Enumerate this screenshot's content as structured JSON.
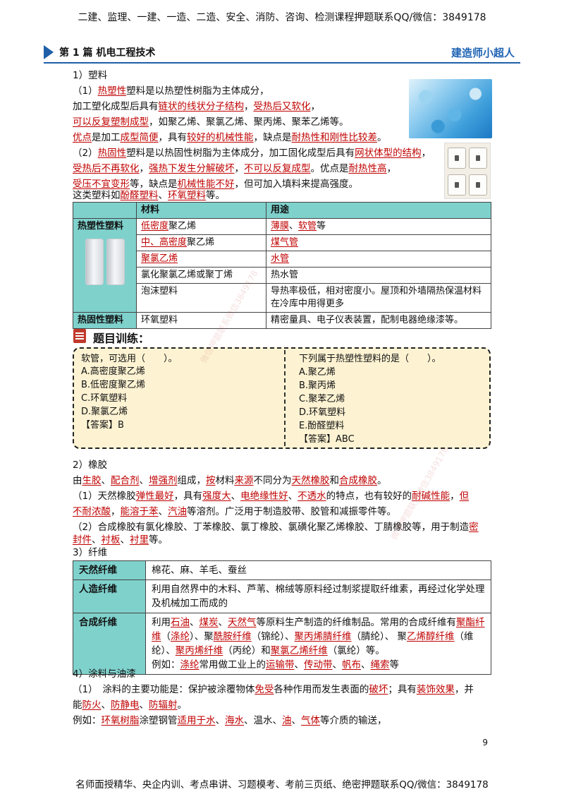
{
  "header": {
    "banner": "二建、监理、一建、一造、二造、安全、消防、咨询、检测课程押题联系QQ/微信：3849178",
    "part_no": "第 1 篇",
    "part_title": "机电工程技术",
    "brand": "建造师小超人"
  },
  "plastics": {
    "heading": "1）塑料",
    "p1": {
      "num": "（1）",
      "term": "热塑性",
      "rest1": "塑料是以热塑性树脂为主体成分，",
      "l2a": "加工塑化成型后具有",
      "l2b": "链状的线状分子结构",
      "l2c": "，",
      "l2d": "受热后又软化",
      "l2e": "，",
      "l3a": "可以反复塑制成型",
      "l3b": "，如聚乙烯、聚氯乙烯、聚丙烯、聚苯乙烯等。",
      "l4a": "优点",
      "l4b": "是加工",
      "l4c": "成型简便",
      "l4d": "，具有",
      "l4e": "较好的机械性能",
      "l4f": "，缺点是",
      "l4g": "耐热性和刚性比较差",
      "l4h": "。"
    },
    "p2": {
      "num": "（2）",
      "term": "热固性",
      "l1b": "塑料是以热固性树脂为主体成分，加工固化成型后具有",
      "l1c": "网状体型的结构",
      "l1d": "，",
      "l2a": "受热后不再软化",
      "l2b": "，",
      "l2c": "强热下发生分解破坏",
      "l2d": "，",
      "l2e": "不可以反复成型",
      "l2f": "。优点是",
      "l2g": "耐热性高",
      "l2h": "，",
      "l3a": "受压不宜变形",
      "l3b": "等，缺点是",
      "l3c": "机械性能不好",
      "l3d": "，但可加入填料来提高强度。",
      "l4a": "这类塑料如",
      "l4b": "酚醛塑料",
      "l4c": "、",
      "l4d": "环氧塑料",
      "l4e": "等。"
    },
    "table": {
      "col_material": "材料",
      "col_use": "用途",
      "cat_thermoplastic": "热塑性塑料",
      "cat_thermoset": "热固性塑料",
      "r1_mat_u": "低密度",
      "r1_mat": "聚乙烯",
      "r1_use_u1": "薄膜",
      "r1_use_sep": "、",
      "r1_use_u2": "软管",
      "r1_use_end": "等",
      "r2_mat_u": "中、高密度",
      "r2_mat": "聚乙烯",
      "r2_use_u": "煤气管",
      "r3_mat_u": "聚氯乙烯",
      "r3_use_u": "水管",
      "r4_mat": "氯化聚氯乙烯或聚丁烯",
      "r4_use": "热水管",
      "r5_mat": "泡沫塑料",
      "r5_use": "导热率极低，相对密度小。屋顶和外墙隔热保温材料在冷库中用得更多",
      "r6_mat": "环氧塑料",
      "r6_use": "精密量具、电子仪表装置，配制电器绝缘漆等。"
    }
  },
  "exercise": {
    "title": "题目训练：",
    "left": {
      "question": "软管，可选用（　　）。",
      "options": [
        "A.高密度聚乙烯",
        "B.低密度聚乙烯",
        "C.环氧塑料",
        "D.聚氯乙烯"
      ],
      "answer": "【答案】B"
    },
    "right": {
      "question": "下列属于热塑性塑料的是（　　）。",
      "options": [
        "A.聚乙烯",
        "B.聚丙烯",
        "C.聚苯乙烯",
        "D.环氧塑料",
        "E.酚醛塑料"
      ],
      "answer": "【答案】ABC"
    }
  },
  "rubber": {
    "heading": "2）橡胶",
    "l1a": "由",
    "l1b": "生胶",
    "l1c": "、",
    "l1d": "配合剂",
    "l1e": "、",
    "l1f": "增强剂",
    "l1g": "组成，",
    "l1h": "按",
    "l1i": "材料",
    "l1j": "来源",
    "l1k": "不同分为",
    "l1l": "天然橡胶",
    "l1m": "和",
    "l1n": "合成橡胶",
    "l1o": "。",
    "p1_num": "（1）天然橡胶",
    "p1_a": "弹性最好",
    "p1_b": "，具有",
    "p1_c": "强度大",
    "p1_d": "、",
    "p1_e": "电绝缘性好",
    "p1_f": "、",
    "p1_g": "不透水",
    "p1_h": "的特点，也有较好的",
    "p1_i": "耐碱性能",
    "p1_j": "，",
    "p1_k": "但",
    "p1_l2a": "不耐浓酸",
    "p1_l2b": "，",
    "p1_l2c": "能溶于苯",
    "p1_l2d": "、",
    "p1_l2e": "汽油",
    "p1_l2f": "等溶剂。广泛用于制造胶带、胶管和减振零件等。",
    "p2_a": "（2）合成橡胶有氯化橡胶、丁苯橡胶、氯丁橡胶、氯磺化聚乙烯橡胶、丁腈橡胶等，用于制造",
    "p2_b": "密",
    "p2_l2a": "封件",
    "p2_l2b": "、",
    "p2_l2c": "衬板",
    "p2_l2d": "、",
    "p2_l2e": "衬里",
    "p2_l2f": "等。"
  },
  "fiber": {
    "heading": "3）纤维",
    "natural_cat": "天然纤维",
    "natural_desc": "棉花、麻、羊毛、蚕丝",
    "man_cat": "人造纤维",
    "man_desc": "利用自然界中的木料、芦苇、棉绒等原料经过制浆提取纤维素，再经过化学处理及机械加工而成的",
    "syn_cat": "合成纤维",
    "syn": {
      "a": "利用",
      "b": "石油",
      "c": "、",
      "d": "煤炭",
      "e": "、",
      "f": "天然气",
      "g": "等原料生产制造的纤维制品。常用的合成纤维有",
      "h": "聚酯纤维",
      "i": "（",
      "j": "涤纶",
      "k": "）、聚",
      "l": "酰胺纤维",
      "m": "（锦纶）、",
      "n": "聚丙烯腈纤维",
      "o": "（腈纶）、 聚",
      "p": "乙烯醇纤维",
      "q": "（维纶）、",
      "r": "聚丙烯纤维",
      "s": "（丙纶）和",
      "t": "聚氯乙烯纤维",
      "u": "（氯纶）等。",
      "ex_a": "例如：",
      "ex_b": "涤纶",
      "ex_c": "常用做工业上的",
      "ex_d": "运输带",
      "ex_e": "、",
      "ex_f": "传动带",
      "ex_g": "、",
      "ex_h": "帆布",
      "ex_i": "、",
      "ex_j": "绳索",
      "ex_k": "等"
    }
  },
  "coating": {
    "heading": "4）涂料与油漆",
    "l1a": "（1）　涂料的主要功能是：保护被涂覆物体",
    "l1b": "免受",
    "l1c": "各种作用而发生表面的",
    "l1d": "破坏",
    "l1e": "；具有",
    "l1f": "装饰效果",
    "l1g": "，并",
    "l2a": "能",
    "l2b": "防火",
    "l2c": "、",
    "l2d": "防静电",
    "l2e": "、",
    "l2f": "防辐射",
    "l2g": "。",
    "l3a": "例如：",
    "l3b": "环氧树脂",
    "l3c": "涂塑钢管",
    "l3d": "适用于水",
    "l3e": "、",
    "l3f": "海水",
    "l3g": "、温水、",
    "l3h": "油",
    "l3i": "、",
    "l3j": "气体",
    "l3k": "等介质的输送，"
  },
  "page_number": "9",
  "footer": "名师面授精华、央企内训、考点串讲、习题模考、考前三页纸、绝密押题联系QQ/微信：3849178",
  "watermark": "微信押题联系微信3849178"
}
